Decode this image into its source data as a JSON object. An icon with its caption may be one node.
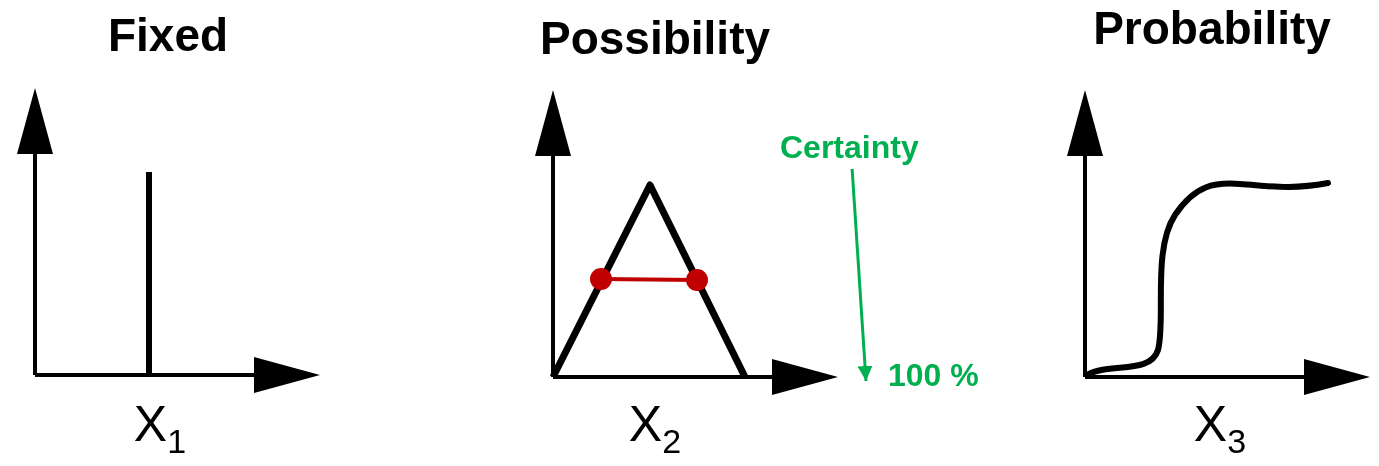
{
  "diagram": {
    "nodes": [
      {
        "text": [
          "Certainty"
        ]
      },
      {
        "text": [
          "100 %"
        ]
      }
    ],
    "edges": [
      {
        "from": 0,
        "to": 1,
        "arrow": "to",
        "color": "#00b050"
      }
    ],
    "labels": [
      "Fixed",
      "Possibility",
      "Probability",
      "X$_{1}$",
      "X$_{2}$",
      "X$_{3}$"
    ]
  }
}
